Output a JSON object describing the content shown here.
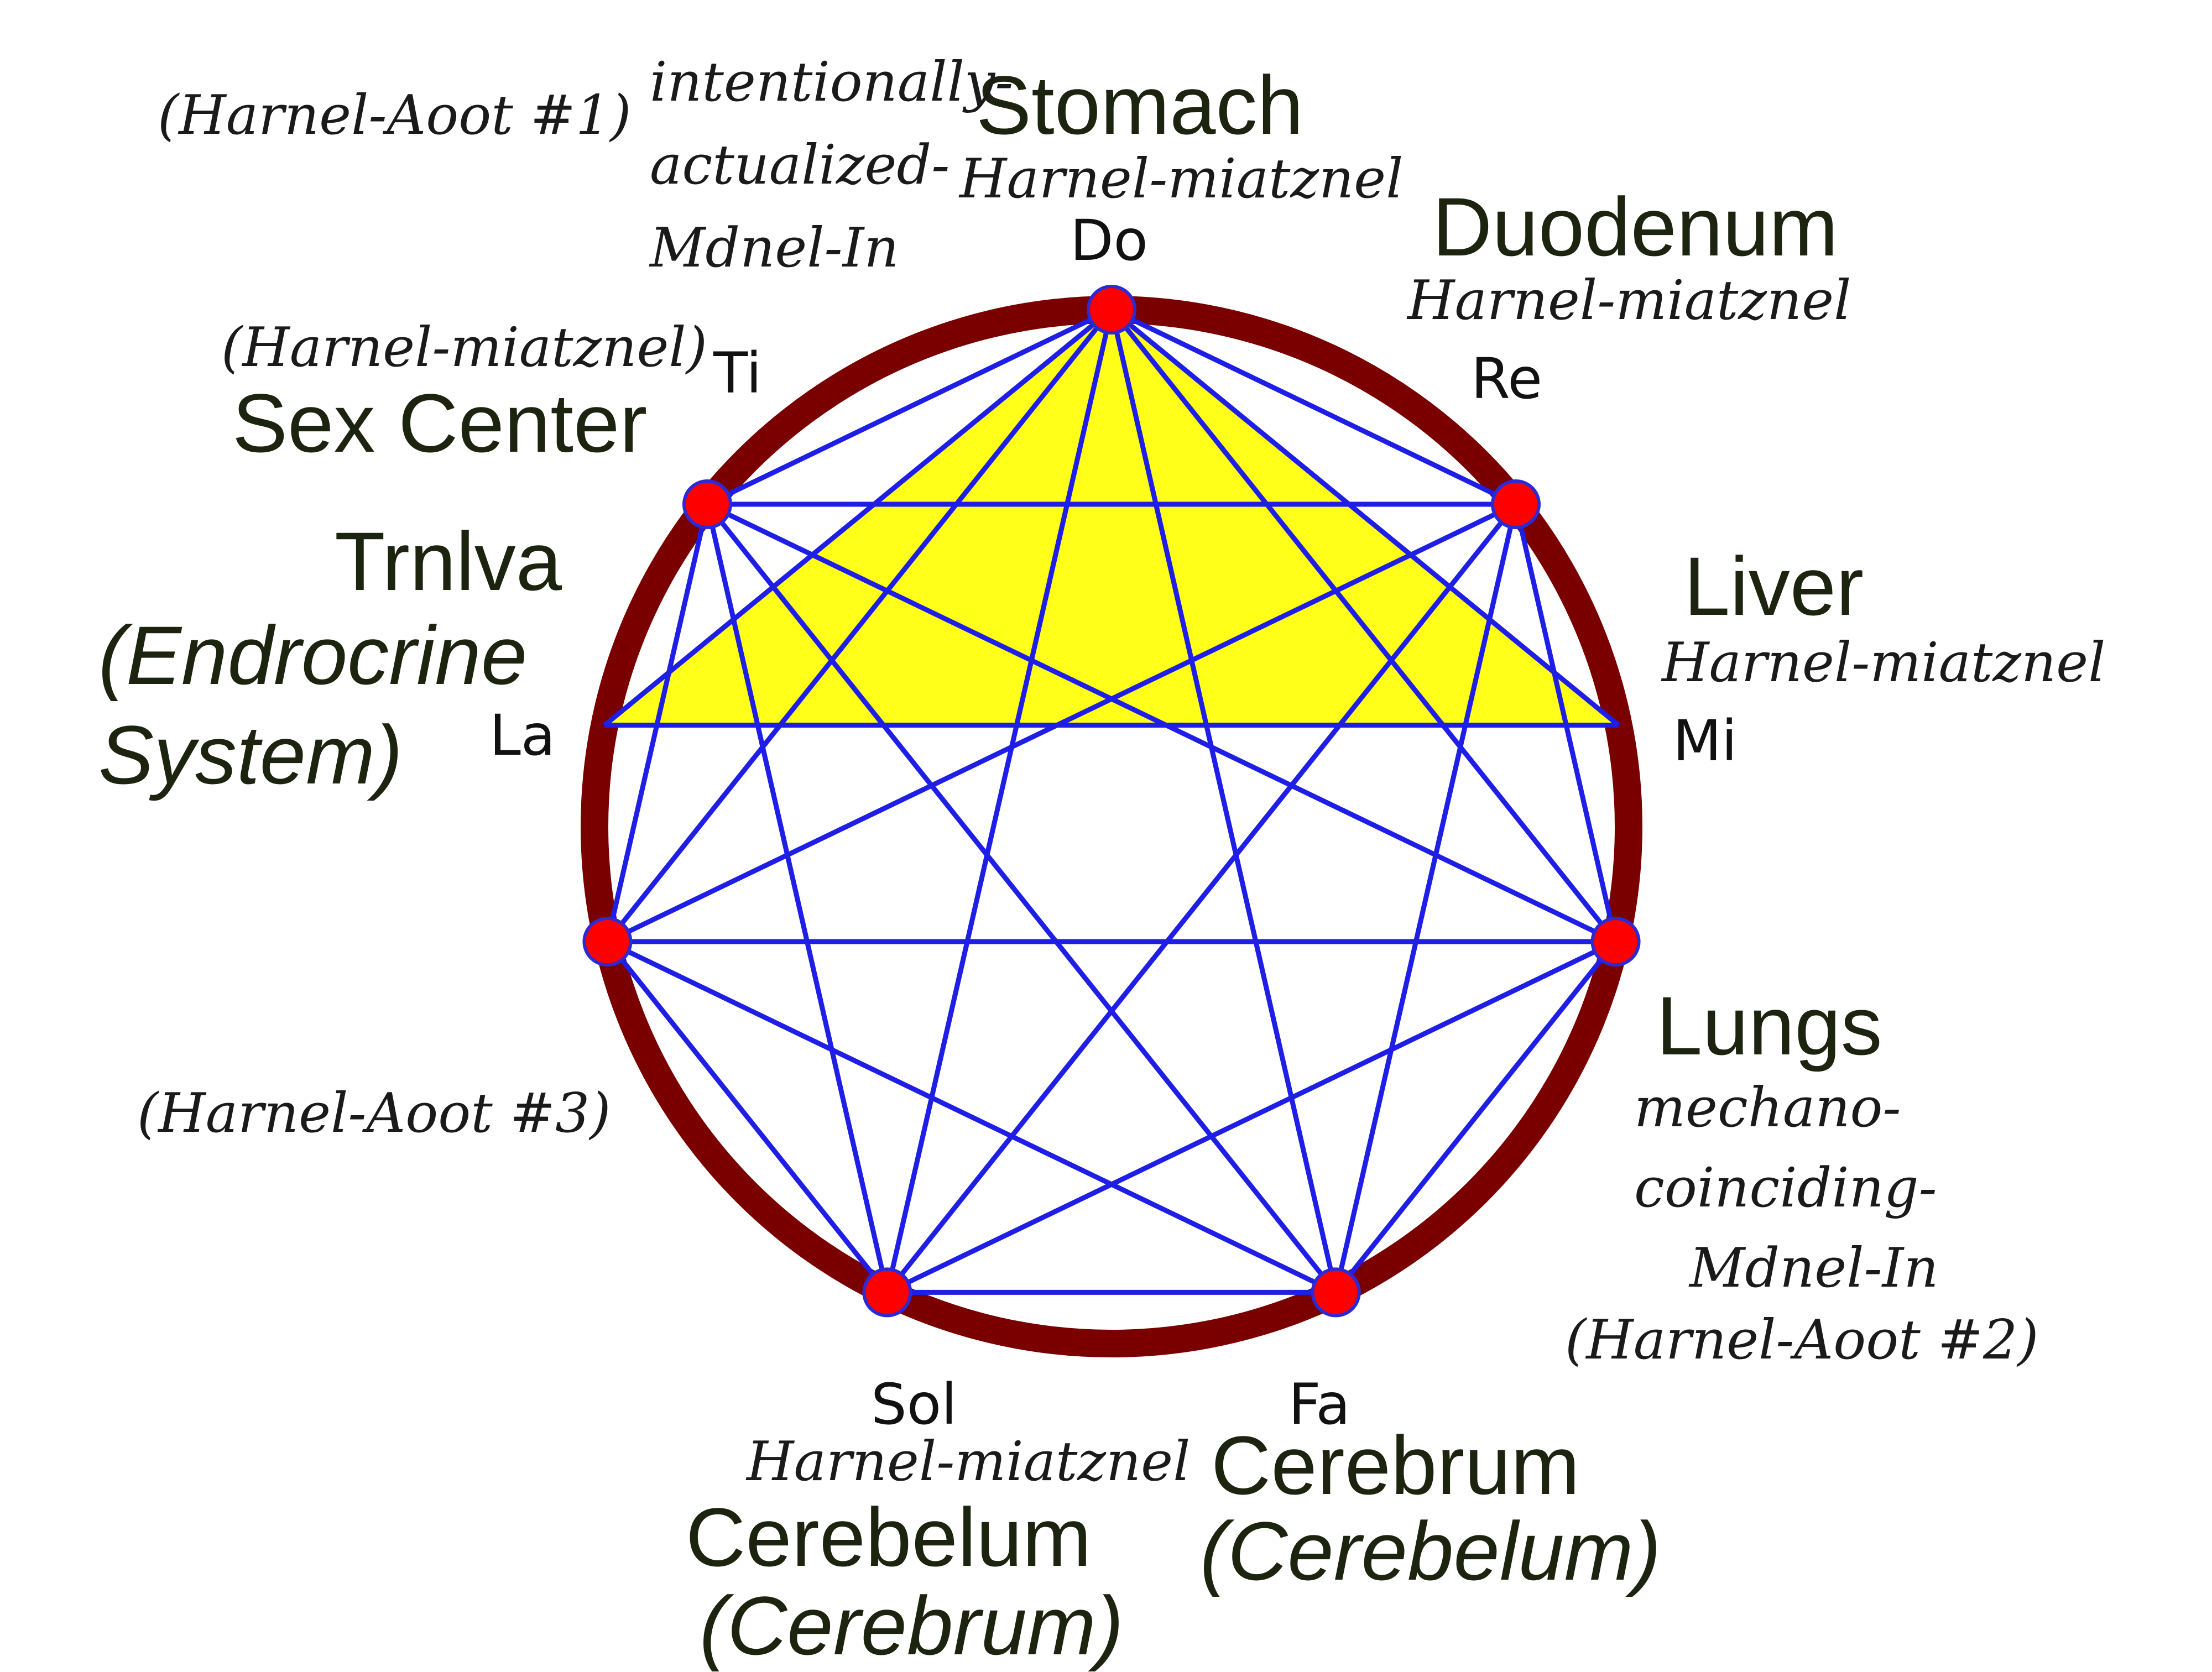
{
  "colors": {
    "ring": "#7a0000",
    "lines": "#1e1ee6",
    "triangle": "#ffff1a",
    "node": "#ff0000",
    "node_stroke": "#2a2ad6"
  },
  "notes": [
    "Do",
    "Re",
    "Mi",
    "Fa",
    "Sol",
    "La",
    "Ti"
  ],
  "labels": {
    "do": "Do",
    "re": "Re",
    "mi": "Mi",
    "fa": "Fa",
    "sol": "Sol",
    "la": "La",
    "ti": "Ti",
    "stomach": "Stomach",
    "stomach_sub": "Harnel-miatznel",
    "duodenum": "Duodenum",
    "duodenum_sub": "Harnel-miatznel",
    "liver": "Liver",
    "liver_sub": "Harnel-miatznel",
    "lungs": "Lungs",
    "lungs_sub1": "mechano-",
    "lungs_sub2": "coinciding-",
    "lungs_sub3": "Mdnel-In",
    "aoot2": "(Harnel-Aoot #2)",
    "cerebrum": "Cerebrum",
    "cerebrum_paren": "(Cerebelum)",
    "sol_sub": "Harnel-miatznel",
    "cerebelum": "Cerebelum",
    "cerebelum_paren": "(Cerebrum)",
    "aoot3": "(Harnel-Aoot #3)",
    "trnlva": "Trnlva",
    "endocrine1": "(Endrocrine",
    "endocrine2": "System)",
    "sex_center_note": "(Harnel-miatznel)",
    "sex_center": "Sex Center",
    "aoot1": "(Harnel-Aoot #1)",
    "intent1": "intentionally-",
    "intent2": "actualized-",
    "intent3": "Mdnel-In"
  }
}
